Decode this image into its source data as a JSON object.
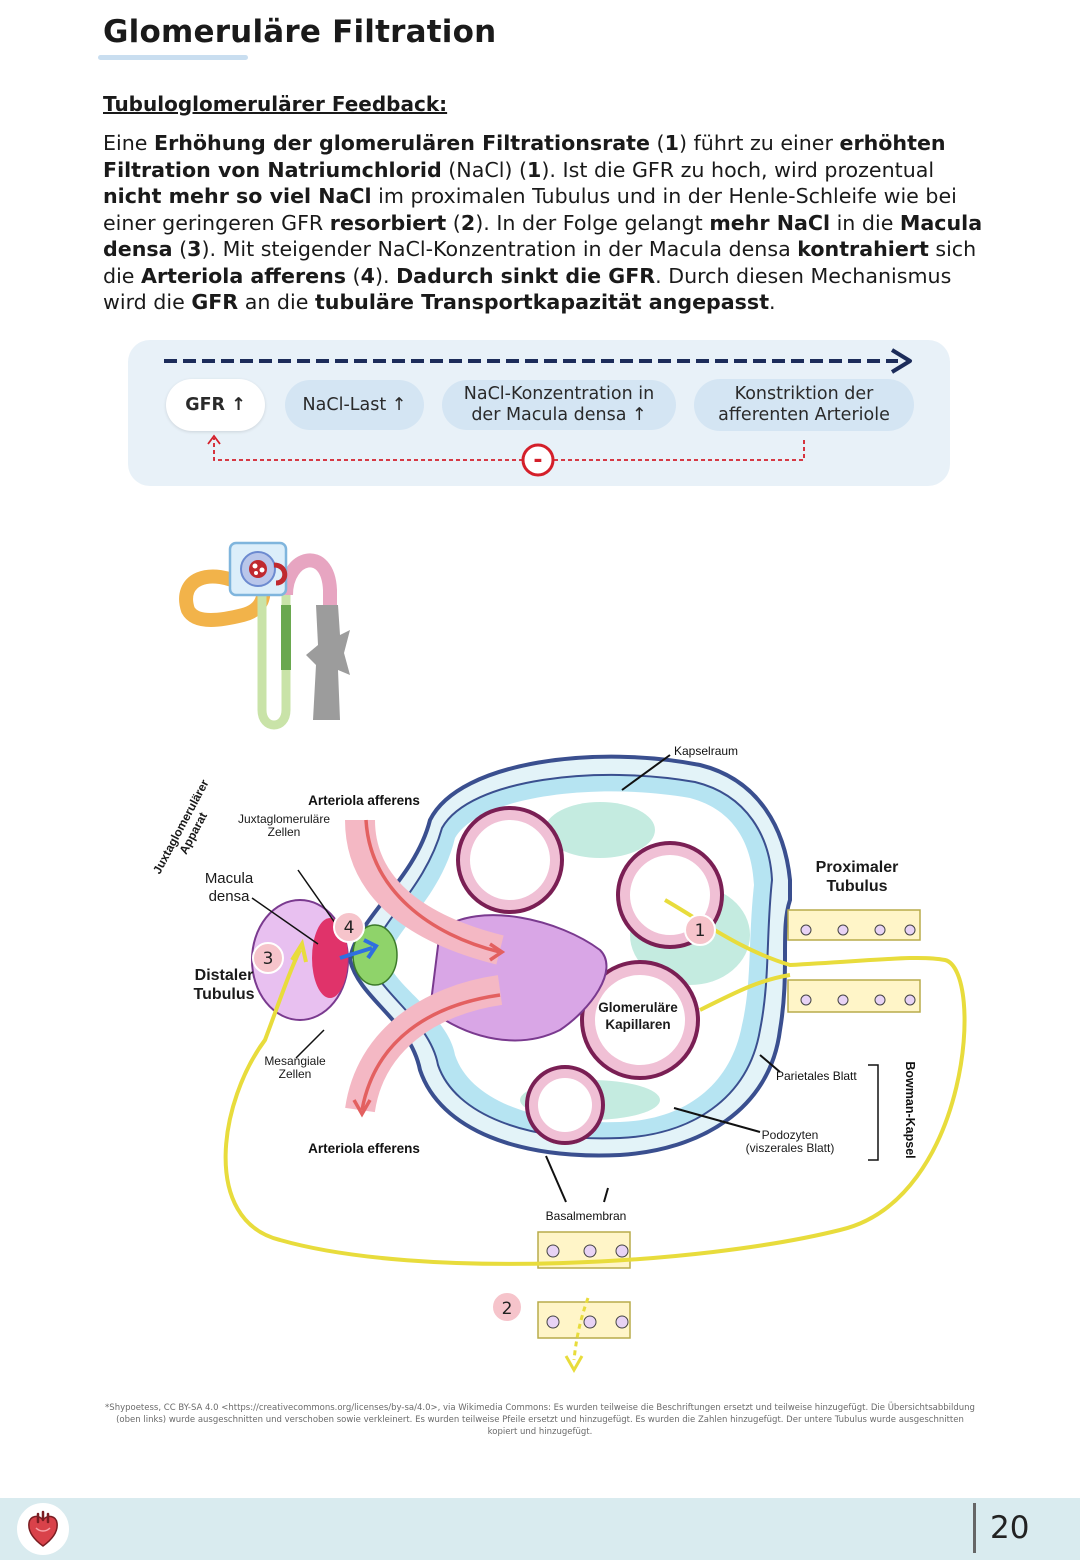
{
  "title": "Glomeruläre Filtration",
  "subtitle": "Tubuloglomerulärer Feedback:",
  "paragraph": [
    {
      "text": "Eine ",
      "bold": false
    },
    {
      "text": "Erhöhung der glomerulären Filtrationsrate",
      "bold": true
    },
    {
      "text": " (",
      "bold": false
    },
    {
      "text": "1",
      "bold": true
    },
    {
      "text": ") führt zu einer ",
      "bold": false
    },
    {
      "text": "erhöhten Filtration von Natriumchlorid",
      "bold": true
    },
    {
      "text": " (NaCl) (",
      "bold": false
    },
    {
      "text": "1",
      "bold": true
    },
    {
      "text": "). Ist die GFR zu hoch, wird prozentual ",
      "bold": false
    },
    {
      "text": "nicht mehr so viel NaCl",
      "bold": true
    },
    {
      "text": " im proximalen Tubulus und in der Henle-Schleife wie bei einer geringeren GFR ",
      "bold": false
    },
    {
      "text": "resorbiert",
      "bold": true
    },
    {
      "text": " (",
      "bold": false
    },
    {
      "text": "2",
      "bold": true
    },
    {
      "text": "). In der Folge gelangt ",
      "bold": false
    },
    {
      "text": "mehr NaCl",
      "bold": true
    },
    {
      "text": " in die ",
      "bold": false
    },
    {
      "text": "Macula densa",
      "bold": true
    },
    {
      "text": " (",
      "bold": false
    },
    {
      "text": "3",
      "bold": true
    },
    {
      "text": "). Mit steigender NaCl-Konzentration in der Macula densa ",
      "bold": false
    },
    {
      "text": "kontrahiert",
      "bold": true
    },
    {
      "text": " sich die ",
      "bold": false
    },
    {
      "text": "Arteriola afferens",
      "bold": true
    },
    {
      "text": " (",
      "bold": false
    },
    {
      "text": "4",
      "bold": true
    },
    {
      "text": "). ",
      "bold": false
    },
    {
      "text": "Dadurch sinkt die GFR",
      "bold": true
    },
    {
      "text": ". Durch diesen Mechanismus wird die ",
      "bold": false
    },
    {
      "text": "GFR",
      "bold": true
    },
    {
      "text": " an die ",
      "bold": false
    },
    {
      "text": "tubuläre Transportkapazität angepasst",
      "bold": true
    },
    {
      "text": ".",
      "bold": false
    }
  ],
  "flow": {
    "steps": [
      "GFR ↑",
      "NaCl-Last ↑",
      "NaCl-Konzentration in der Macula densa ↑",
      "Konstriktion der afferenten Arteriole"
    ],
    "inhibition_symbol": "-"
  },
  "diagram_labels": {
    "juxta_apparat": "Juxtaglomerulärer Apparat",
    "juxta_cells": "Juxtaglomeruläre Zellen",
    "macula_densa": "Macula densa",
    "distal_tubule": "Distaler Tubulus",
    "mesangial": "Mesangiale Zellen",
    "arteriola_afferens": "Arteriola afferens",
    "arteriola_efferens": "Arteriola efferens",
    "kapselraum": "Kapselraum",
    "proximal_tubule": "Proximaler Tubulus",
    "glom_capillaries": "Glomeruläre Kapillaren",
    "parietal": "Parietales Blatt",
    "bowman": "Bowman-Kapsel",
    "podocytes": "Podozyten (viszerales Blatt)",
    "basement": "Basalmembran",
    "markers": [
      "1",
      "2",
      "3",
      "4"
    ]
  },
  "colors": {
    "accent_blue": "#c9def0",
    "flow_bg": "#e8f1f8",
    "pill": "#d4e5f3",
    "arrow_navy": "#1c2c5a",
    "inhibit_red": "#d41f2a",
    "yellow_path": "#e8dc3c",
    "footer": "#d9ebef"
  },
  "credit": "*Shypoetess, CC BY-SA 4.0 <https://creativecommons.org/licenses/by-sa/4.0>, via Wikimedia Commons: Es wurden teilweise die Beschriftungen ersetzt und teilweise hinzugefügt. Die Übersichtsabbildung (oben links) wurde ausgeschnitten und verschoben sowie verkleinert. Es wurden teilweise Pfeile ersetzt und hinzugefügt. Es wurden die Zahlen hinzugefügt. Der untere Tubulus wurde ausgeschnitten kopiert und hinzugefügt.",
  "footer": {
    "page_number": "20",
    "icon": "heart-icon"
  }
}
